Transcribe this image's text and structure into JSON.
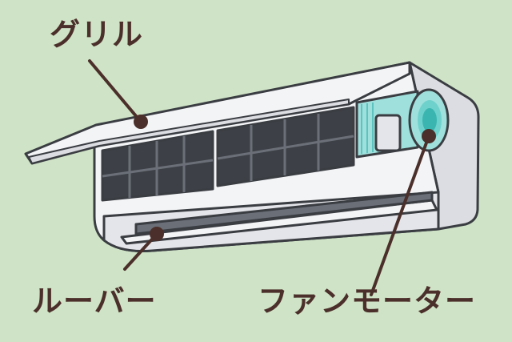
{
  "labels": {
    "grille": "グリル",
    "louver": "ルーバー",
    "fan_motor": "ファンモーター"
  },
  "colors": {
    "background": "#cfe3c6",
    "outline": "#3a3d42",
    "body": "#f3f4f6",
    "body_shadow": "#dcdde2",
    "filter_dark": "#3d4046",
    "fan_teal": "#9fe0dc",
    "fan_deep": "#3bb5b0",
    "label_text": "#4b2f2a",
    "marker": "#4b2f2a"
  },
  "icons": {
    "unit": "air-conditioner-indoor-unit",
    "fan": "cross-flow-fan-icon"
  }
}
